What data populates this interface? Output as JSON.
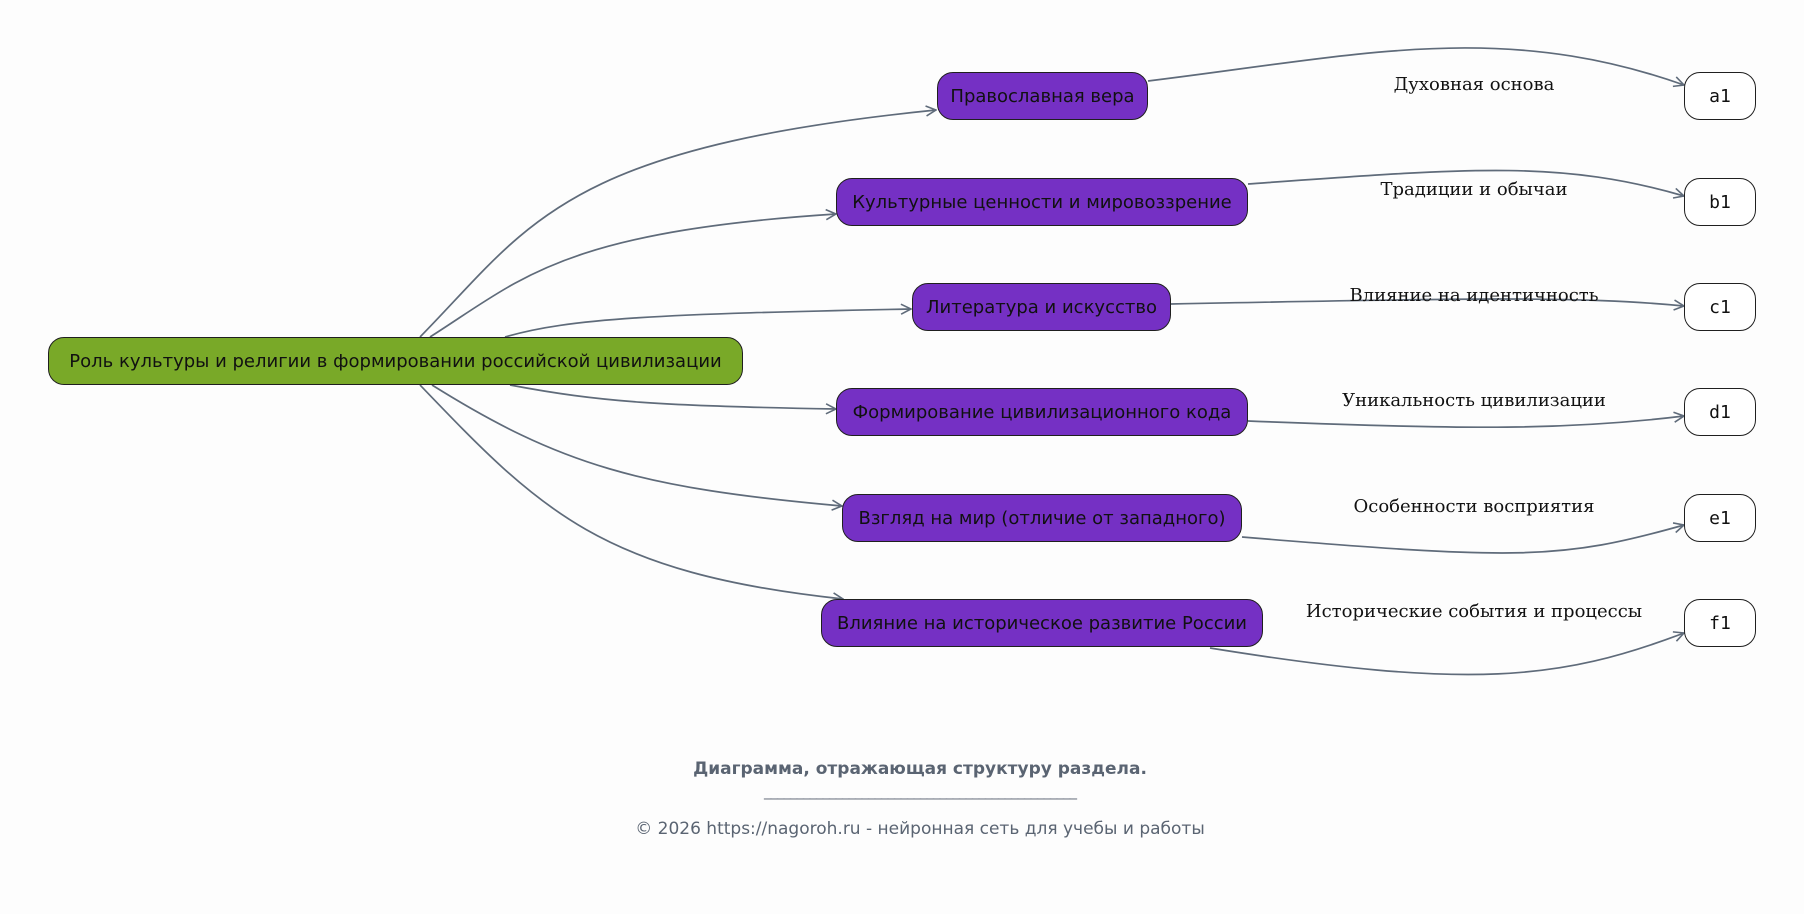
{
  "diagram": {
    "root": "Роль культуры и религии в формировании российской цивилизации",
    "branches": [
      {
        "label": "Православная вера",
        "edge_label": "Духовная основа",
        "leaf": "a1"
      },
      {
        "label": "Культурные ценности и мировоззрение",
        "edge_label": "Традиции и обычаи",
        "leaf": "b1"
      },
      {
        "label": "Литература и искусство",
        "edge_label": "Влияние на идентичность",
        "leaf": "c1"
      },
      {
        "label": "Формирование цивилизационного кода",
        "edge_label": "Уникальность цивилизации",
        "leaf": "d1"
      },
      {
        "label": "Взгляд на мир (отличие от западного)",
        "edge_label": "Особенности восприятия",
        "leaf": "e1"
      },
      {
        "label": "Влияние на историческое развитие России",
        "edge_label": "Исторические события и процессы",
        "leaf": "f1"
      }
    ],
    "colors": {
      "root": "#79a928",
      "branch": "#7530c4",
      "leaf": "#ffffff",
      "edge": "#5f6b7a"
    }
  },
  "caption": {
    "title": "Диаграмма, отражающая структуру раздела.",
    "separator": "________________________________________________",
    "copyright": "© 2026 https://nagoroh.ru - нейронная сеть для учебы и работы"
  }
}
